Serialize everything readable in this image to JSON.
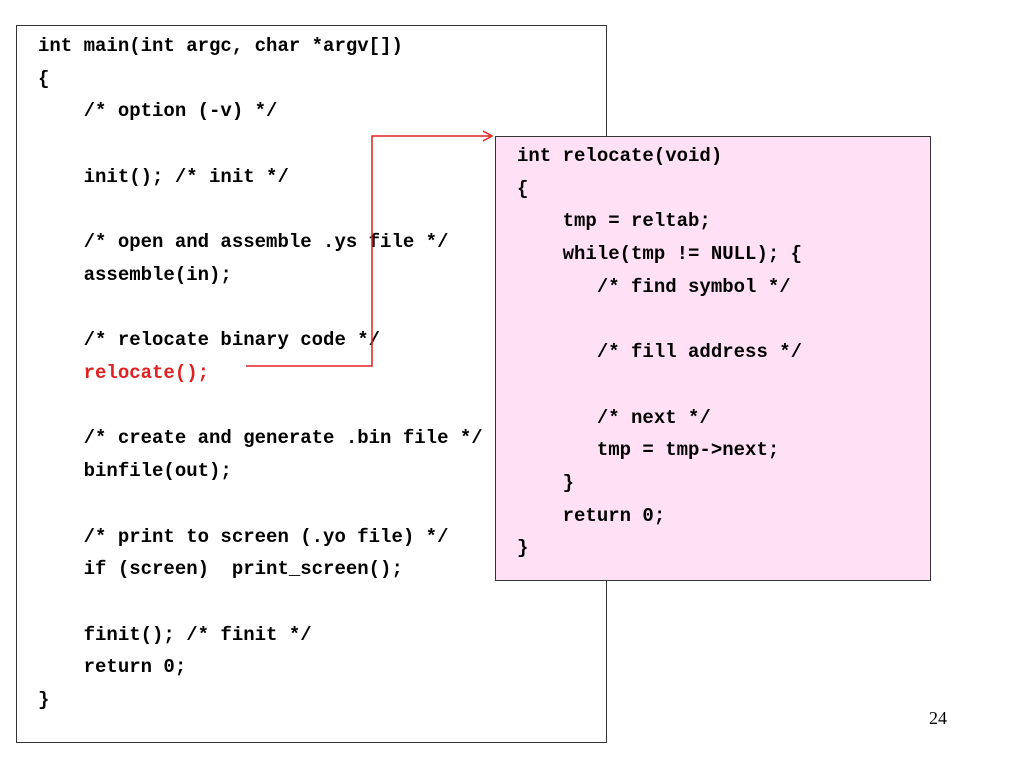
{
  "main_code": {
    "lines": [
      {
        "text": "int main(int argc, char *argv[])"
      },
      {
        "text": "{"
      },
      {
        "text": "    /* option (-v) */"
      },
      {
        "text": ""
      },
      {
        "text": "    init(); /* init */"
      },
      {
        "text": ""
      },
      {
        "text": "    /* open and assemble .ys file */"
      },
      {
        "text": "    assemble(in);"
      },
      {
        "text": ""
      },
      {
        "text": "    /* relocate binary code */"
      },
      {
        "text": "    relocate();",
        "color": "#e02020"
      },
      {
        "text": ""
      },
      {
        "text": "    /* create and generate .bin file */"
      },
      {
        "text": "    binfile(out);"
      },
      {
        "text": ""
      },
      {
        "text": "    /* print to screen (.yo file) */"
      },
      {
        "text": "    if (screen)  print_screen();"
      },
      {
        "text": ""
      },
      {
        "text": "    finit(); /* finit */"
      },
      {
        "text": "    return 0;"
      },
      {
        "text": "}"
      }
    ]
  },
  "relocate_code": {
    "background": "#ffe0f5",
    "lines": [
      {
        "text": "int relocate(void)"
      },
      {
        "text": "{"
      },
      {
        "text": "    tmp = reltab;"
      },
      {
        "text": "    while(tmp != NULL); {"
      },
      {
        "text": "       /* find symbol */"
      },
      {
        "text": ""
      },
      {
        "text": "       /* fill address */"
      },
      {
        "text": ""
      },
      {
        "text": "       /* next */"
      },
      {
        "text": "       tmp = tmp->next;"
      },
      {
        "text": "    }"
      },
      {
        "text": "    return 0;"
      },
      {
        "text": "}"
      }
    ]
  },
  "connector": {
    "color": "#e02020",
    "from": "relocate();",
    "to": "int relocate(void)"
  },
  "page_number": "24"
}
